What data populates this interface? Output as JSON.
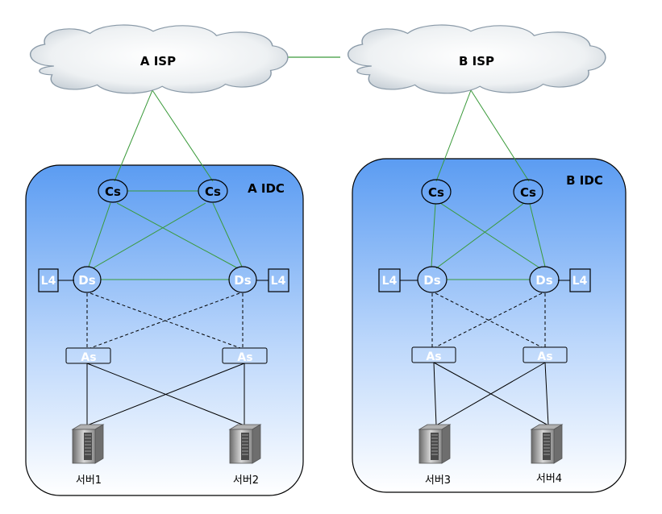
{
  "isp_a": {
    "label": "A ISP"
  },
  "isp_b": {
    "label": "B ISP"
  },
  "idc_a": {
    "title": "A IDC",
    "cs_left": "Cs",
    "cs_right": "Cs",
    "ds_left": "Ds",
    "ds_right": "Ds",
    "l4_left": "L4",
    "l4_right": "L4",
    "as_left": "As",
    "as_right": "As",
    "server_left": "서버1",
    "server_right": "서버2"
  },
  "idc_b": {
    "title": "B IDC",
    "cs_left": "Cs",
    "cs_right": "Cs",
    "ds_left": "Ds",
    "ds_right": "Ds",
    "l4_left": "L4",
    "l4_right": "L4",
    "as_left": "As",
    "as_right": "As",
    "server_left": "서버3",
    "server_right": "서버4"
  },
  "colors": {
    "green_link": "#3a9a3a",
    "idc_top": "#5b9cf2",
    "idc_bottom": "#ffffff",
    "cloud_fill": "#eef1f3"
  }
}
